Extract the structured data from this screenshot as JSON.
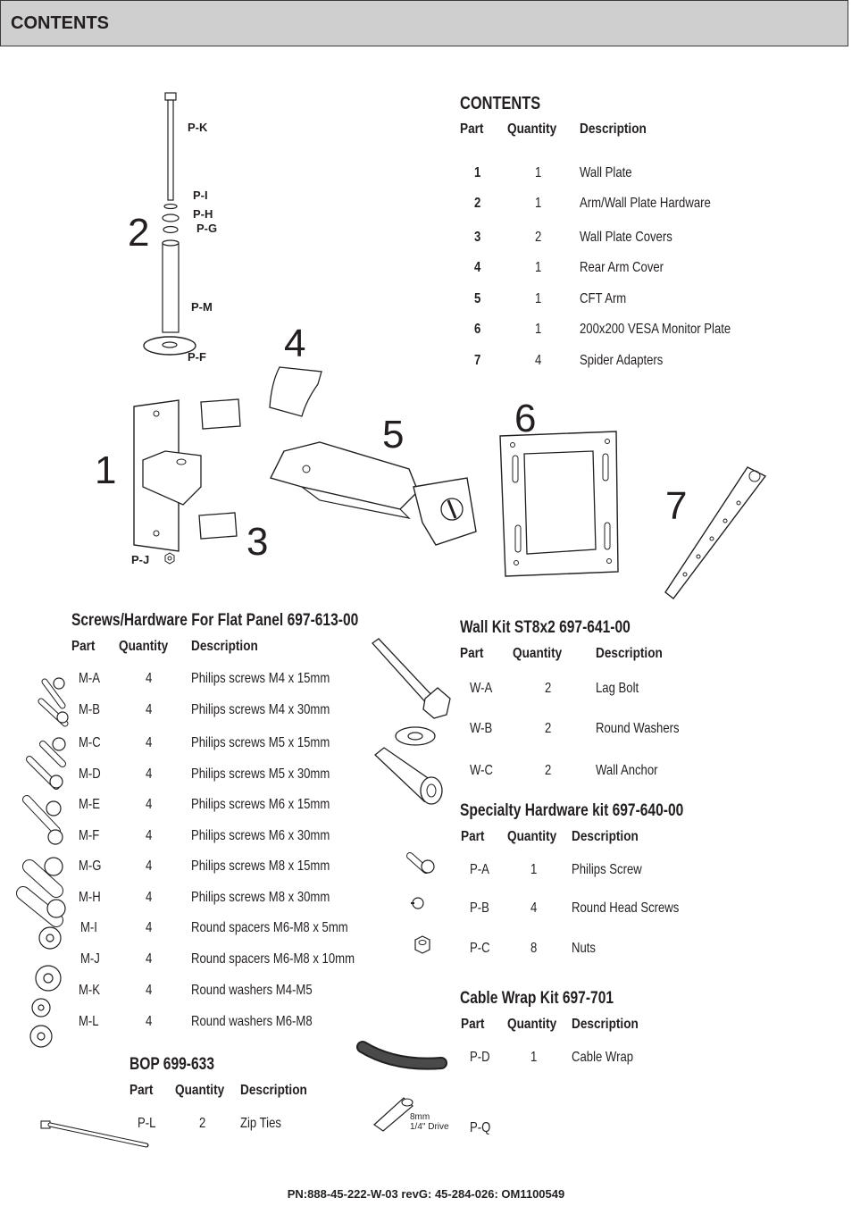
{
  "header": {
    "title": "CONTENTS"
  },
  "main_contents": {
    "title": "CONTENTS",
    "columns": [
      "Part",
      "Quantity",
      "Description"
    ],
    "rows": [
      [
        "1",
        "1",
        "Wall Plate"
      ],
      [
        "2",
        "1",
        "Arm/Wall Plate Hardware"
      ],
      [
        "3",
        "2",
        "Wall Plate Covers"
      ],
      [
        "4",
        "1",
        "Rear Arm Cover"
      ],
      [
        "5",
        "1",
        "CFT Arm"
      ],
      [
        "6",
        "1",
        "200x200 VESA Monitor Plate"
      ],
      [
        "7",
        "4",
        "Spider Adapters"
      ]
    ]
  },
  "diagram_labels": {
    "parts": [
      "P-K",
      "P-I",
      "P-H",
      "P-G",
      "P-M",
      "P-F",
      "P-J"
    ],
    "numbers": [
      "2",
      "4",
      "5",
      "6",
      "1",
      "3",
      "7"
    ]
  },
  "screws": {
    "title": "Screws/Hardware For Flat Panel 697-613-00",
    "columns": [
      "Part",
      "Quantity",
      "Description"
    ],
    "rows": [
      [
        "M-A",
        "4",
        "Philips screws M4 x 15mm"
      ],
      [
        "M-B",
        "4",
        "Philips screws M4 x 30mm"
      ],
      [
        "M-C",
        "4",
        "Philips screws M5 x 15mm"
      ],
      [
        "M-D",
        "4",
        "Philips screws M5 x 30mm"
      ],
      [
        "M-E",
        "4",
        "Philips screws M6 x 15mm"
      ],
      [
        "M-F",
        "4",
        "Philips screws M6 x 30mm"
      ],
      [
        "M-G",
        "4",
        "Philips screws M8 x 15mm"
      ],
      [
        "M-H",
        "4",
        "Philips screws M8 x 30mm"
      ],
      [
        "M-I",
        "4",
        "Round spacers M6-M8 x 5mm"
      ],
      [
        "M-J",
        "4",
        "Round spacers M6-M8 x 10mm"
      ],
      [
        "M-K",
        "4",
        "Round washers M4-M5"
      ],
      [
        "M-L",
        "4",
        "Round washers M6-M8"
      ]
    ]
  },
  "wallkit": {
    "title": "Wall Kit ST8x2 697-641-00",
    "columns": [
      "Part",
      "Quantity",
      "Description"
    ],
    "rows": [
      [
        "W-A",
        "2",
        "Lag Bolt"
      ],
      [
        "W-B",
        "2",
        "Round Washers"
      ],
      [
        "W-C",
        "2",
        "Wall Anchor"
      ]
    ]
  },
  "specialty": {
    "title": "Specialty Hardware kit 697-640-00",
    "columns": [
      "Part",
      "Quantity",
      "Description"
    ],
    "rows": [
      [
        "P-A",
        "1",
        "Philips Screw"
      ],
      [
        "P-B",
        "4",
        "Round Head Screws"
      ],
      [
        "P-C",
        "8",
        "Nuts"
      ]
    ]
  },
  "cablewrap": {
    "title": "Cable Wrap Kit 697-701",
    "columns": [
      "Part",
      "Quantity",
      "Description"
    ],
    "rows": [
      [
        "P-D",
        "1",
        "Cable Wrap"
      ]
    ],
    "extra_part": "P-Q",
    "driver_size": "8mm",
    "driver_drive": "1/4\" Drive"
  },
  "bop": {
    "title": "BOP 699-633",
    "columns": [
      "Part",
      "Quantity",
      "Description"
    ],
    "rows": [
      [
        "P-L",
        "2",
        "Zip Ties"
      ]
    ]
  },
  "footer": {
    "text": "PN:888-45-222-W-03 revG: 45-284-026: OM1100549"
  }
}
